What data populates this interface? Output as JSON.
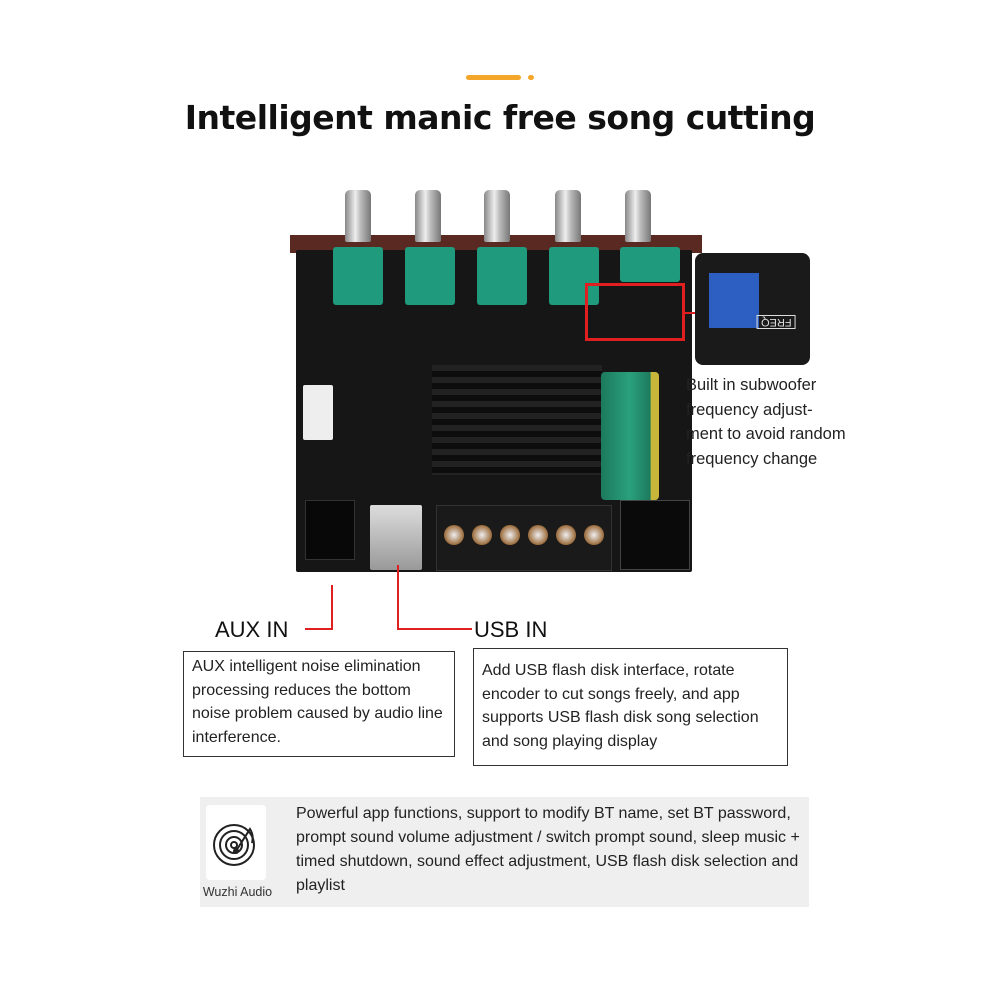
{
  "header": {
    "title": "Intelligent manic free song cutting"
  },
  "callouts": {
    "subwoofer": {
      "text": "Built in subwoofer frequency adjust- ment to avoid random frequency change",
      "inset_label": "FREQ"
    },
    "aux": {
      "label": "AUX IN",
      "description": "AUX intelligent noise elimination processing reduces the bottom noise problem caused by audio line interference."
    },
    "usb": {
      "label": "USB IN",
      "description": "Add USB flash disk interface, rotate encoder to cut songs freely, and app supports USB flash disk song selection and song playing display"
    }
  },
  "app": {
    "brand": "Wuzhi Audio",
    "description": "Powerful app functions, support to modify BT name, set BT password, prompt sound volume adjustment / switch prompt sound, sleep music + timed shutdown, sound effect adjustment,  USB flash disk selection and playlist"
  },
  "colors": {
    "accent": "#f4a62a",
    "callout_line": "#e02020",
    "pcb": "#161616",
    "pot": "#1f9a7d"
  }
}
